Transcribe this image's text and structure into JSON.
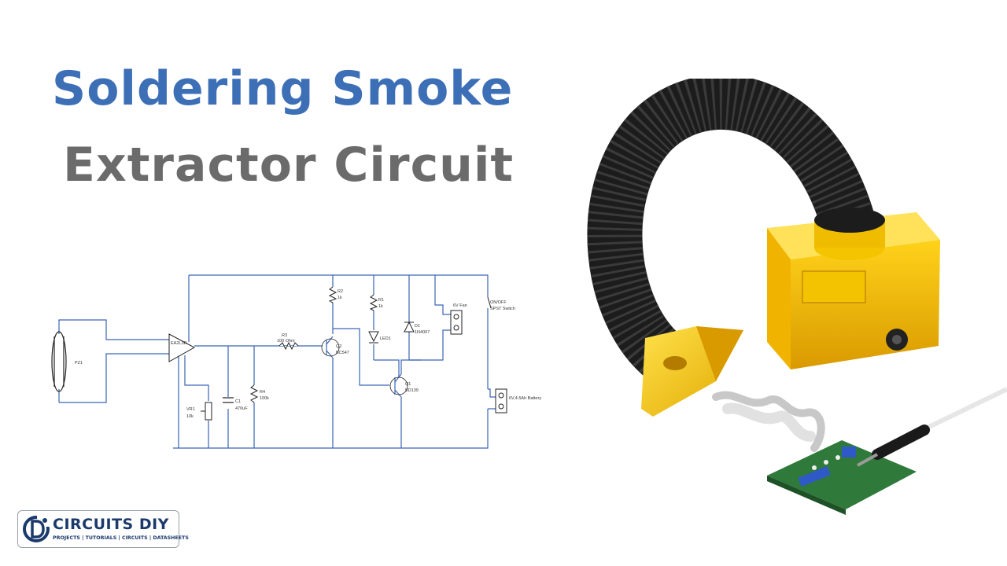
{
  "title": {
    "line1": "Soldering Smoke",
    "line2": "Extractor Circuit",
    "line1_color": "#3d6fb6",
    "line2_color": "#6b6b6b"
  },
  "schematic": {
    "labels": {
      "pz1": "PZ1",
      "opamp": "EA2L3R",
      "vr1": "VR1",
      "vr1_value": "10k",
      "c1": "C1",
      "c1_value": "470uF",
      "r3": "R3",
      "r3_value": "100 Ohm",
      "r4": "R4",
      "r4_value": "100k",
      "r2": "R2",
      "r2_value": "1k",
      "r1": "R1",
      "r1_value": "1k",
      "led1": "LED1",
      "q2": "Q2",
      "q2_value": "BC547",
      "q1": "Q1",
      "q1_value": "BD139",
      "d1": "D1",
      "d1_value": "1N4007",
      "fan": "6V Fan",
      "switch": "ON/OFF",
      "switch_value": "SPST Switch",
      "battery": "6V,4.5Ah Battery"
    }
  },
  "logo": {
    "name": "CIRCUITS DIY",
    "tagline": "PROJECTS | TUTORIALS | CIRCUITS | DATASHEETS",
    "icon": "circuits-diy-logo-icon"
  }
}
